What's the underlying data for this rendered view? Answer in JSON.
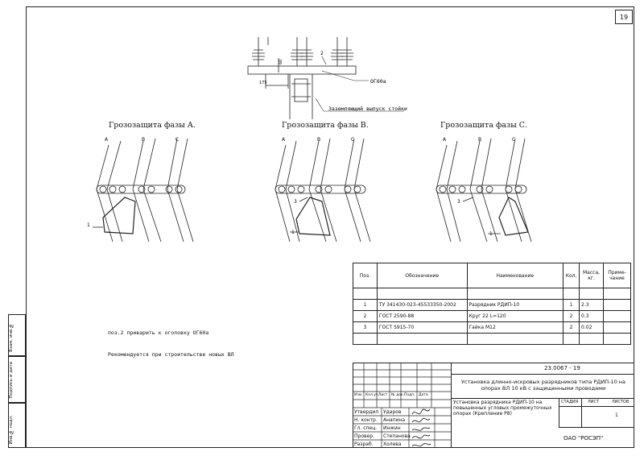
{
  "sheet_number": "19",
  "top_detail": {
    "dim_small": "60",
    "dim_left": "175",
    "label_pos2": "2",
    "label_og60a": "ОГ60а",
    "label_ground": "Заземляющий выпуск стойки"
  },
  "diagrams": [
    {
      "title": "Грозозащита фазы А.",
      "phases": [
        "A",
        "B",
        "C"
      ],
      "labels": [
        "1"
      ]
    },
    {
      "title": "Грозозащита фазы В.",
      "phases": [
        "A",
        "B",
        "C"
      ],
      "labels": [
        "3",
        "1"
      ]
    },
    {
      "title": "Грозозащита фазы С.",
      "phases": [
        "A",
        "B",
        "C"
      ],
      "labels": [
        "3",
        "1"
      ]
    }
  ],
  "notes": [
    "поз.2 приварить к оголовку ОГ60а",
    "Рекомендуется при строительстве новых ВЛ"
  ],
  "spec_table": {
    "headers": [
      "Поз.",
      "Обозначение",
      "Наименование",
      "Кол.",
      "Масса, кг.",
      "Приме-чание"
    ],
    "rows": [
      [
        "1",
        "ТУ 341430-023-45533350-2002",
        "Разрядник РДИП-10",
        "1",
        "2.3",
        ""
      ],
      [
        "2",
        "ГОСТ 2590-88",
        "Круг 22    L=120",
        "2",
        "0.3",
        ""
      ],
      [
        "3",
        "ГОСТ 5915-70",
        "Гайка М12",
        "2",
        "0.02",
        ""
      ]
    ]
  },
  "side_stamps": [
    "Взам. инв.№",
    "Подпись и дата",
    "Инв.№ подл."
  ],
  "title_block": {
    "doc_code": "23.0067 - 19",
    "project_title": "Установка длинно-искровых разрядников типа РДИП-10 на опорах ВЛ 10 кВ с защищенными проводами",
    "sheet_title": "Установка разрядника РДИП-10 на повышенных угловых промежуточных опорах (Крепление Р8)",
    "col_headers": [
      "Изм.",
      "Кол.уч.",
      "Лист",
      "№ док.",
      "Подп.",
      "Дата"
    ],
    "stage_label": "СТАДИЯ",
    "sheet_label": "ЛИСТ",
    "sheets_label": "ЛИСТОВ",
    "sheets_value": "1",
    "company": "ОАО \"РОСЭП\"",
    "signers": [
      {
        "role": "Утвердил",
        "name": "Ударов"
      },
      {
        "role": "Н. контр.",
        "name": "Анапина"
      },
      {
        "role": "Гл. спец.",
        "name": "Инжин"
      },
      {
        "role": "Провер.",
        "name": "Степанова"
      },
      {
        "role": "Разраб.",
        "name": "Холева"
      }
    ]
  }
}
